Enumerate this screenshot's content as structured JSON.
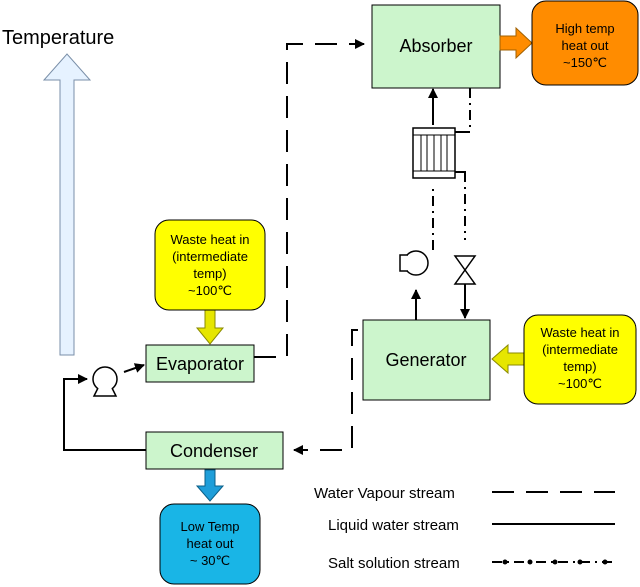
{
  "axis": {
    "label": "Temperature"
  },
  "components": {
    "absorber": "Absorber",
    "evaporator": "Evaporator",
    "generator": "Generator",
    "condenser": "Condenser"
  },
  "heat_boxes": {
    "high_temp": [
      "High temp",
      "heat out",
      "~150℃"
    ],
    "waste_evap": [
      "Waste heat in",
      "(intermediate",
      "temp)",
      "~100℃"
    ],
    "waste_gen": [
      "Waste heat in",
      "(intermediate",
      "temp)",
      "~100℃"
    ],
    "low_temp": [
      "Low Temp",
      "heat out",
      "~ 30℃"
    ]
  },
  "legend": {
    "vapour": "Water Vapour stream",
    "liquid": "Liquid water stream",
    "salt": "Salt solution stream"
  },
  "colors": {
    "component_fill": "#ccf5cc",
    "yellow_fill": "#ffff00",
    "orange_fill": "#ff8c00",
    "blue_fill": "#19b5e6",
    "arrow_blue": "#e6f2ff",
    "yellow_arrow": "#e6e600",
    "orange_arrow": "#ff8c00",
    "blue_arrow": "#1f9ed9"
  }
}
